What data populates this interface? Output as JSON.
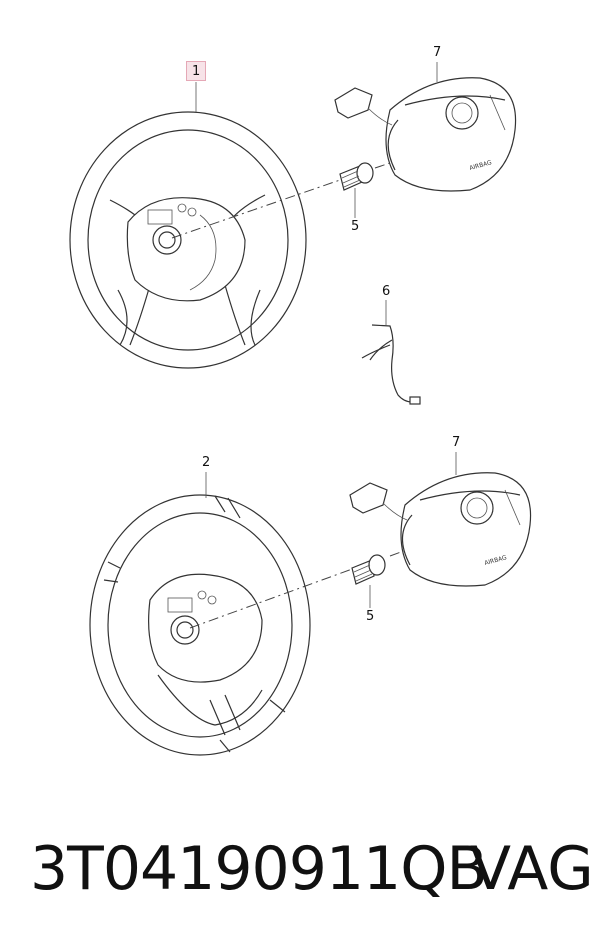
{
  "callouts": {
    "c1": "1",
    "c2": "2",
    "c5a": "5",
    "c5b": "5",
    "c6": "6",
    "c7a": "7",
    "c7b": "7"
  },
  "airbag_label_top": "AIRBAG",
  "airbag_label_bottom": "AIRBAG",
  "footer": {
    "part_number": "3T04190911QB",
    "brand": "VAG"
  },
  "colors": {
    "highlight_fill": "#f7e3e8",
    "highlight_border": "#e5a8b6"
  }
}
